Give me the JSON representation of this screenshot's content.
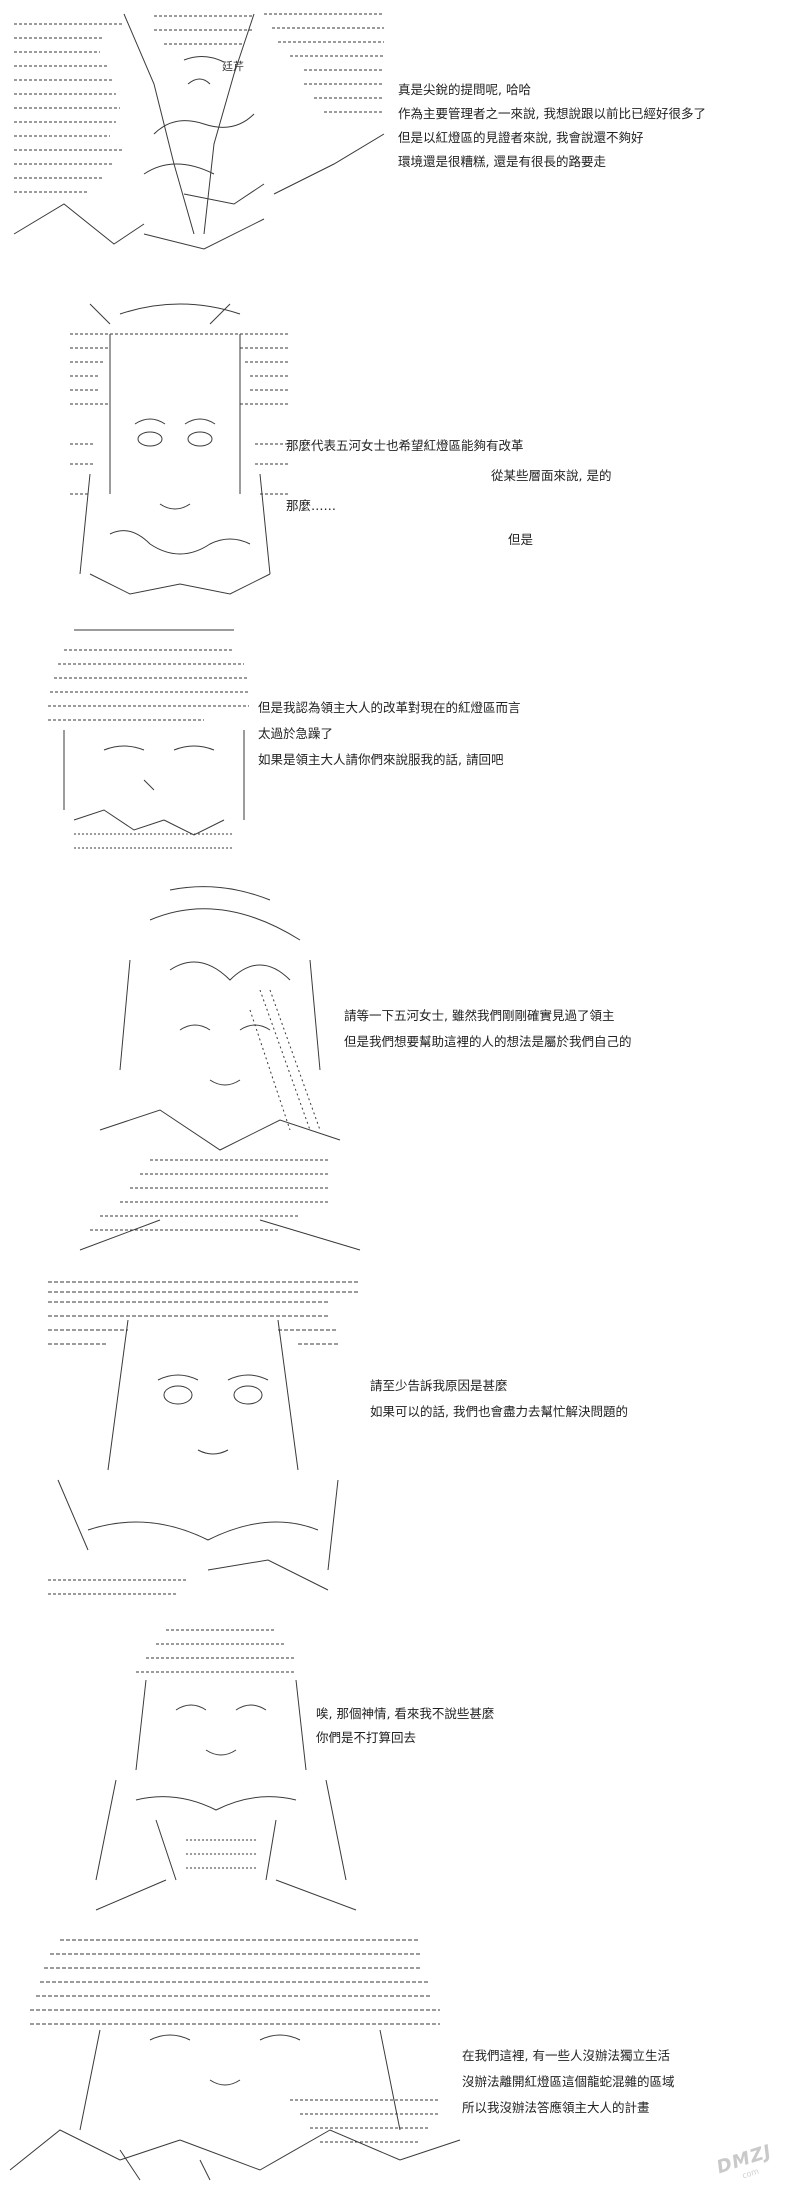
{
  "panels": [
    {
      "lines": [
        "真是尖銳的提問呢, 哈哈",
        "作為主要管理者之一來說, 我想說跟以前比已經好很多了",
        "但是以紅燈區的見證者來說, 我會說還不夠好",
        "環境還是很糟糕, 還是有很長的路要走"
      ]
    },
    {
      "lines": [
        "那麼代表五河女士也希望紅燈區能夠有改革",
        "從某些層面來說, 是的",
        "那麼……",
        "但是"
      ]
    },
    {
      "lines": [
        "但是我認為領主大人的改革對現在的紅燈區而言",
        "太過於急躁了",
        "如果是領主大人請你們來說服我的話, 請回吧"
      ]
    },
    {
      "lines": [
        "請等一下五河女士, 雖然我們剛剛確實見過了領主",
        "但是我們想要幫助這裡的人的想法是屬於我們自己的"
      ]
    },
    {
      "lines": [
        "請至少告訴我原因是甚麼",
        "如果可以的話, 我們也會盡力去幫忙解決問題的"
      ]
    },
    {
      "lines": [
        "唉, 那個神情, 看來我不說些甚麼",
        "你們是不打算回去"
      ]
    },
    {
      "lines": [
        "在我們這裡, 有一些人沒辦法獨立生活",
        "沒辦法離開紅燈區這個龍蛇混雜的區域",
        "所以我沒辦法答應領主大人的計畫"
      ]
    }
  ],
  "watermark": {
    "text": "DMZJ",
    "sub": "com"
  },
  "colors": {
    "text": "#222222",
    "art": "#3a3a3a",
    "watermark": "#c9c9c9"
  }
}
